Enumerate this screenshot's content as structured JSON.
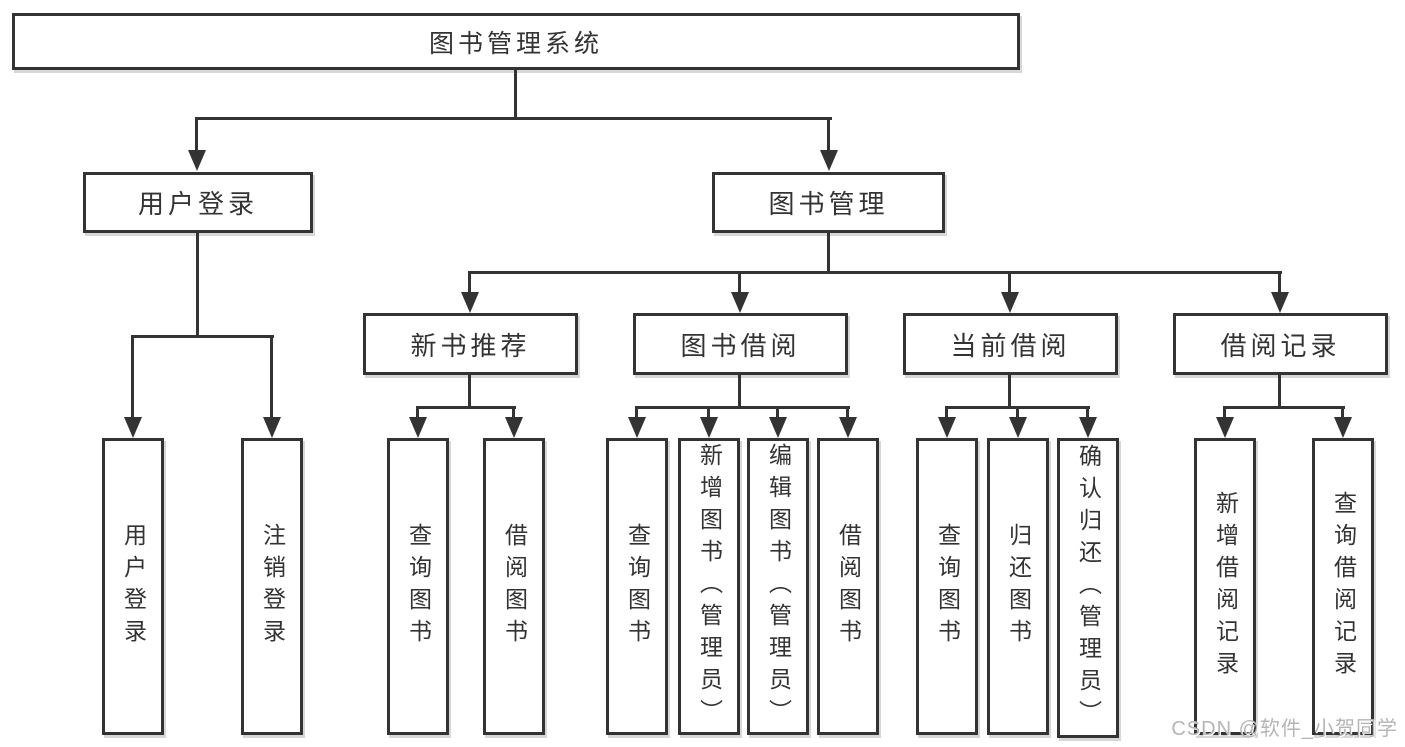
{
  "diagram": {
    "type": "tree",
    "line_color": "#333333",
    "box_fill": "#ffffff",
    "text_color": "#333333",
    "tree": {
      "root": "图书管理系统",
      "children": [
        {
          "label": "用户登录",
          "children": [
            {
              "label": "用户登录"
            },
            {
              "label": "注销登录"
            }
          ]
        },
        {
          "label": "图书管理",
          "children": [
            {
              "label": "新书推荐",
              "children": [
                {
                  "label": "查询图书"
                },
                {
                  "label": "借阅图书"
                }
              ]
            },
            {
              "label": "图书借阅",
              "children": [
                {
                  "label": "查询图书"
                },
                {
                  "label": "新增图书（管理员）"
                },
                {
                  "label": "编辑图书（管理员）"
                },
                {
                  "label": "借阅图书"
                }
              ]
            },
            {
              "label": "当前借阅",
              "children": [
                {
                  "label": "查询图书"
                },
                {
                  "label": "归还图书"
                },
                {
                  "label": "确认归还（管理员）"
                }
              ]
            },
            {
              "label": "借阅记录",
              "children": [
                {
                  "label": "新增借阅记录"
                },
                {
                  "label": "查询借阅记录"
                }
              ]
            }
          ]
        }
      ]
    }
  },
  "watermark": {
    "text": "CSDN @软件_小贺同学",
    "color": "#b5b5b5"
  }
}
